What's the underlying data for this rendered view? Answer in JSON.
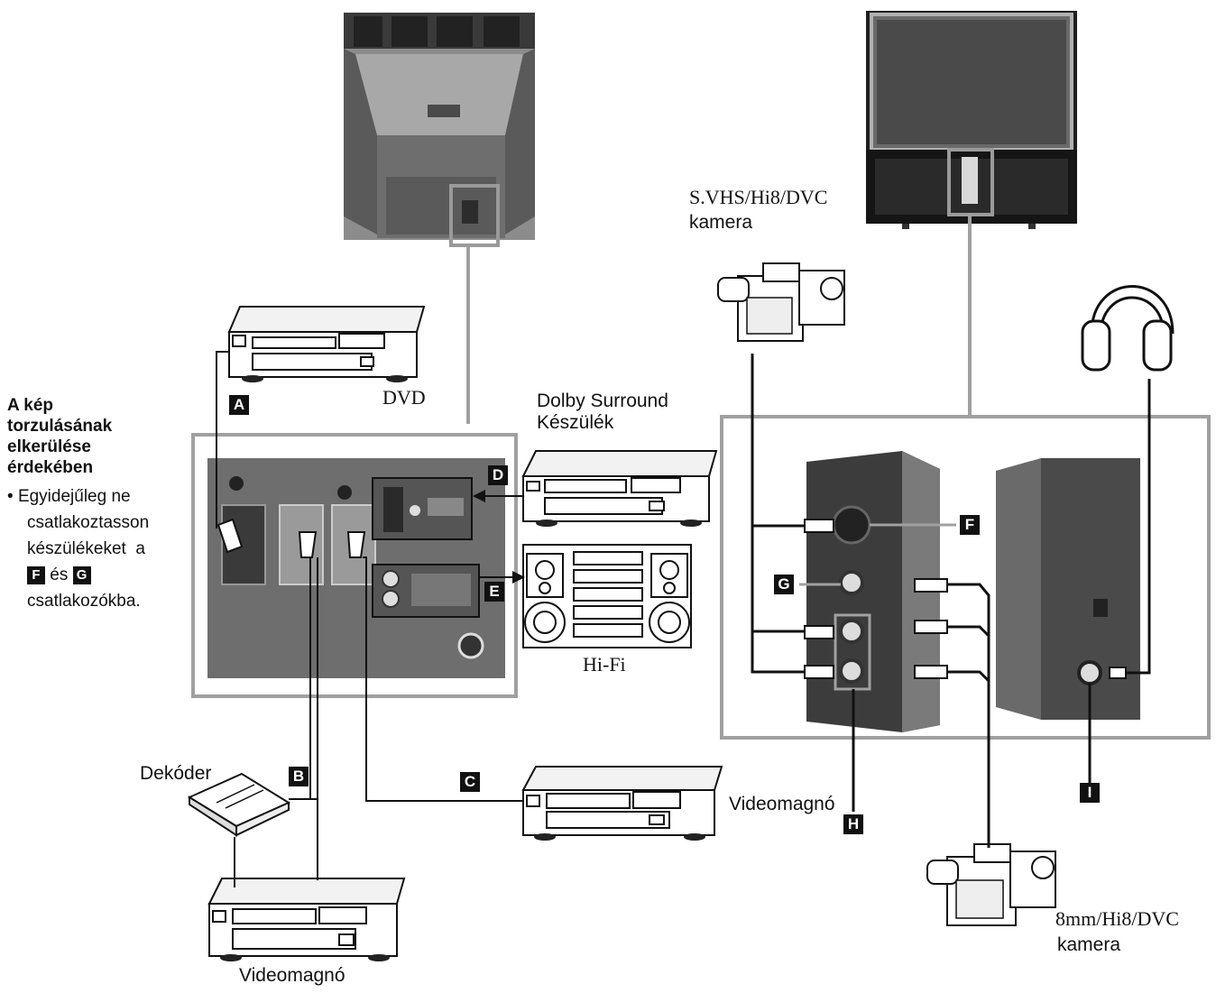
{
  "labels": {
    "dvd": "DVD",
    "dolby_line1": "Dolby Surround",
    "dolby_line2": "Készülék",
    "hifi": "Hi-Fi",
    "decoder": "Dekóder",
    "vcr_bottom": "Videomagnó",
    "vcr_right": "Videomagnó",
    "svhs_cam_line1": "S.VHS/Hi8/DVC",
    "svhs_cam_line2": "kamera",
    "mm8_cam_line1": "8mm/Hi8/DVC",
    "mm8_cam_line2": "kamera"
  },
  "connectors": {
    "A": "A",
    "B": "B",
    "C": "C",
    "D": "D",
    "E": "E",
    "F": "F",
    "G": "G",
    "H": "H",
    "I": "I"
  },
  "note": {
    "title_line1": "A kép",
    "title_line2": "torzulásának",
    "title_line3": "elkerülése",
    "title_line4": "érdekében",
    "bullet": "•",
    "text1": "Egyidejűleg ne",
    "text2": "csatlakoztasson",
    "text3": "készülékeket  a",
    "conn1": "F",
    "and": "és",
    "conn2": "G",
    "text4": "csatlakozókba."
  },
  "icons": [
    "tv-rear-icon",
    "tv-front-icon",
    "dvd-player-icon",
    "dolby-unit-icon",
    "hifi-system-icon",
    "decoder-icon",
    "vcr-icon",
    "camcorder-icon",
    "headphones-icon",
    "scart-socket-icon",
    "rca-plug-icon"
  ]
}
